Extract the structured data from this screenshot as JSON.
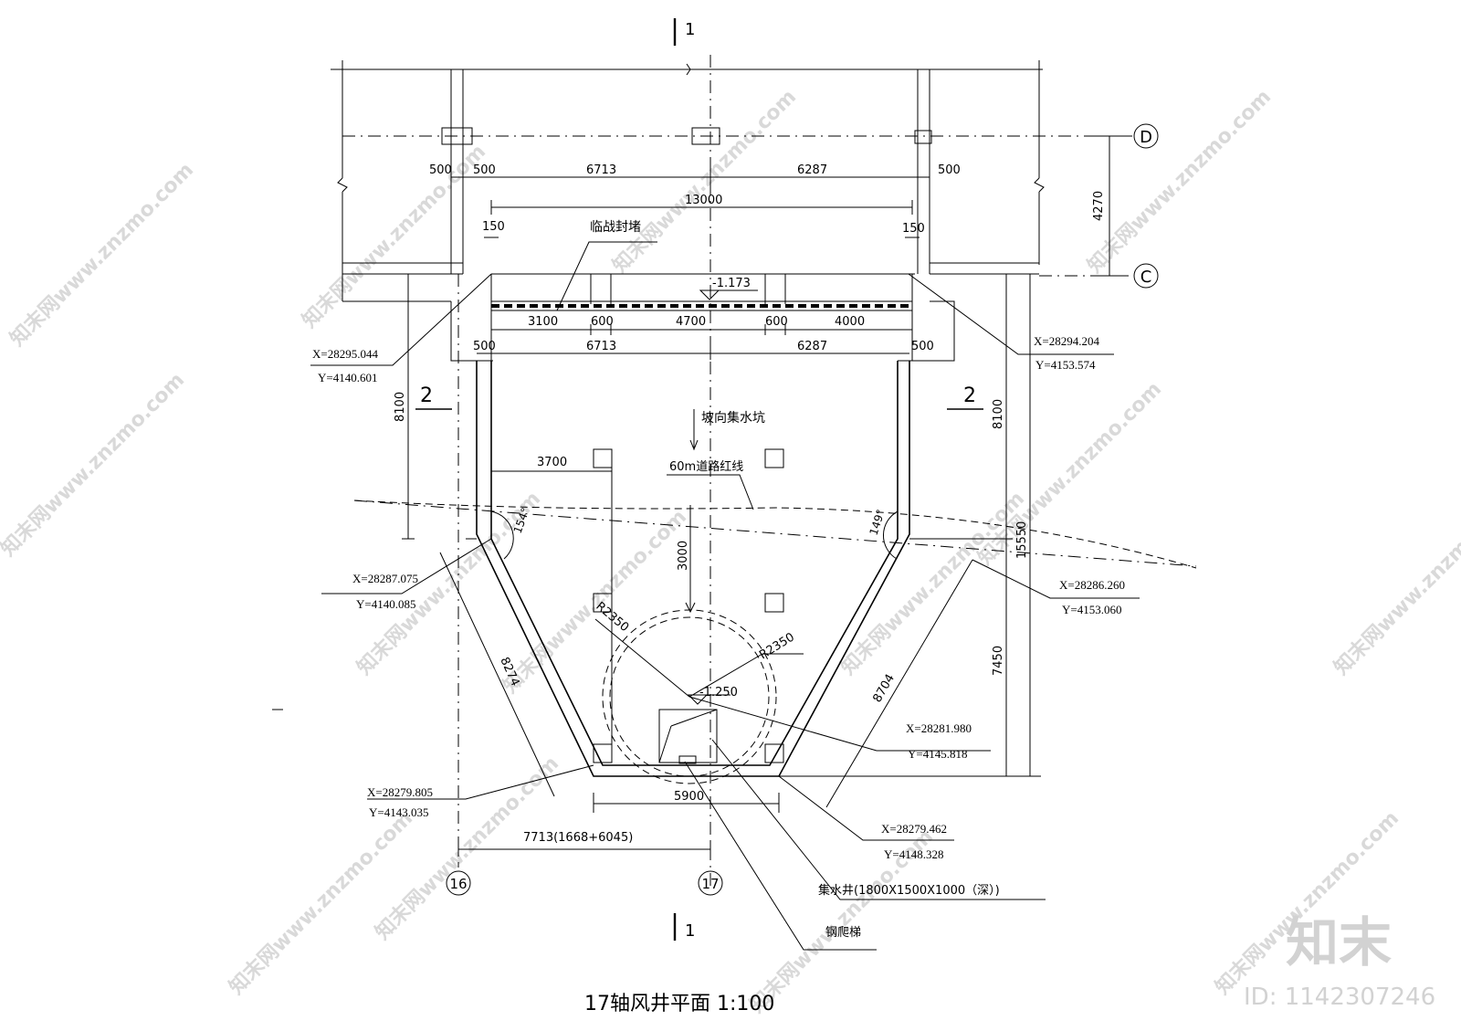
{
  "title": "17轴风井平面   1:100",
  "section_marks": {
    "top": "1",
    "bottom": "1",
    "left": "2",
    "right": "2"
  },
  "axes": {
    "d": "D",
    "c": "C",
    "a16": "16",
    "a17": "17"
  },
  "dims": {
    "top_500_left": "500",
    "top_500_inner": "500",
    "top_6713": "6713",
    "top_6287": "6287",
    "top_500_right": "500",
    "top_13000": "13000",
    "d_150_left": "150",
    "d_150_right": "150",
    "vert_4270": "4270",
    "s3100": "3100",
    "s600a": "600",
    "s4700": "4700",
    "s600b": "600",
    "s4000": "4000",
    "m500_left": "500",
    "m6713": "6713",
    "m6287": "6287",
    "m500_right": "500",
    "left_8100": "8100",
    "right_8100": "8100",
    "right_15550": "15550",
    "right_7450": "7450",
    "d3700": "3700",
    "d3000": "3000",
    "d8274": "8274",
    "d8704": "8704",
    "d5900": "5900",
    "d7713": "7713(1668+6045)",
    "r2350a": "R2350",
    "r2350b": "R2350",
    "ang154": "154°",
    "ang149": "149°"
  },
  "labels": {
    "temp_seal": "临战封堵",
    "elev_top": "-1.173",
    "elev_sump": "-1.250",
    "slope": "坡向集水坑",
    "redline": "60m道路红线",
    "sump_pit": "集水井(1800X1500X1000（深）)",
    "ladder": "钢爬梯"
  },
  "coords": {
    "p1x": "X=28295.044",
    "p1y": "Y=4140.601",
    "p2x": "X=28294.204",
    "p2y": "Y=4153.574",
    "p3x": "X=28287.075",
    "p3y": "Y=4140.085",
    "p4x": "X=28286.260",
    "p4y": "Y=4153.060",
    "p5x": "X=28281.980",
    "p5y": "Y=4145.818",
    "p6x": "X=28279.805",
    "p6y": "Y=4143.035",
    "p7x": "X=28279.462",
    "p7y": "Y=4148.328"
  },
  "watermark": {
    "text": "知末网www.znzmo.com",
    "brand": "知末",
    "id": "ID: 1142307246"
  }
}
